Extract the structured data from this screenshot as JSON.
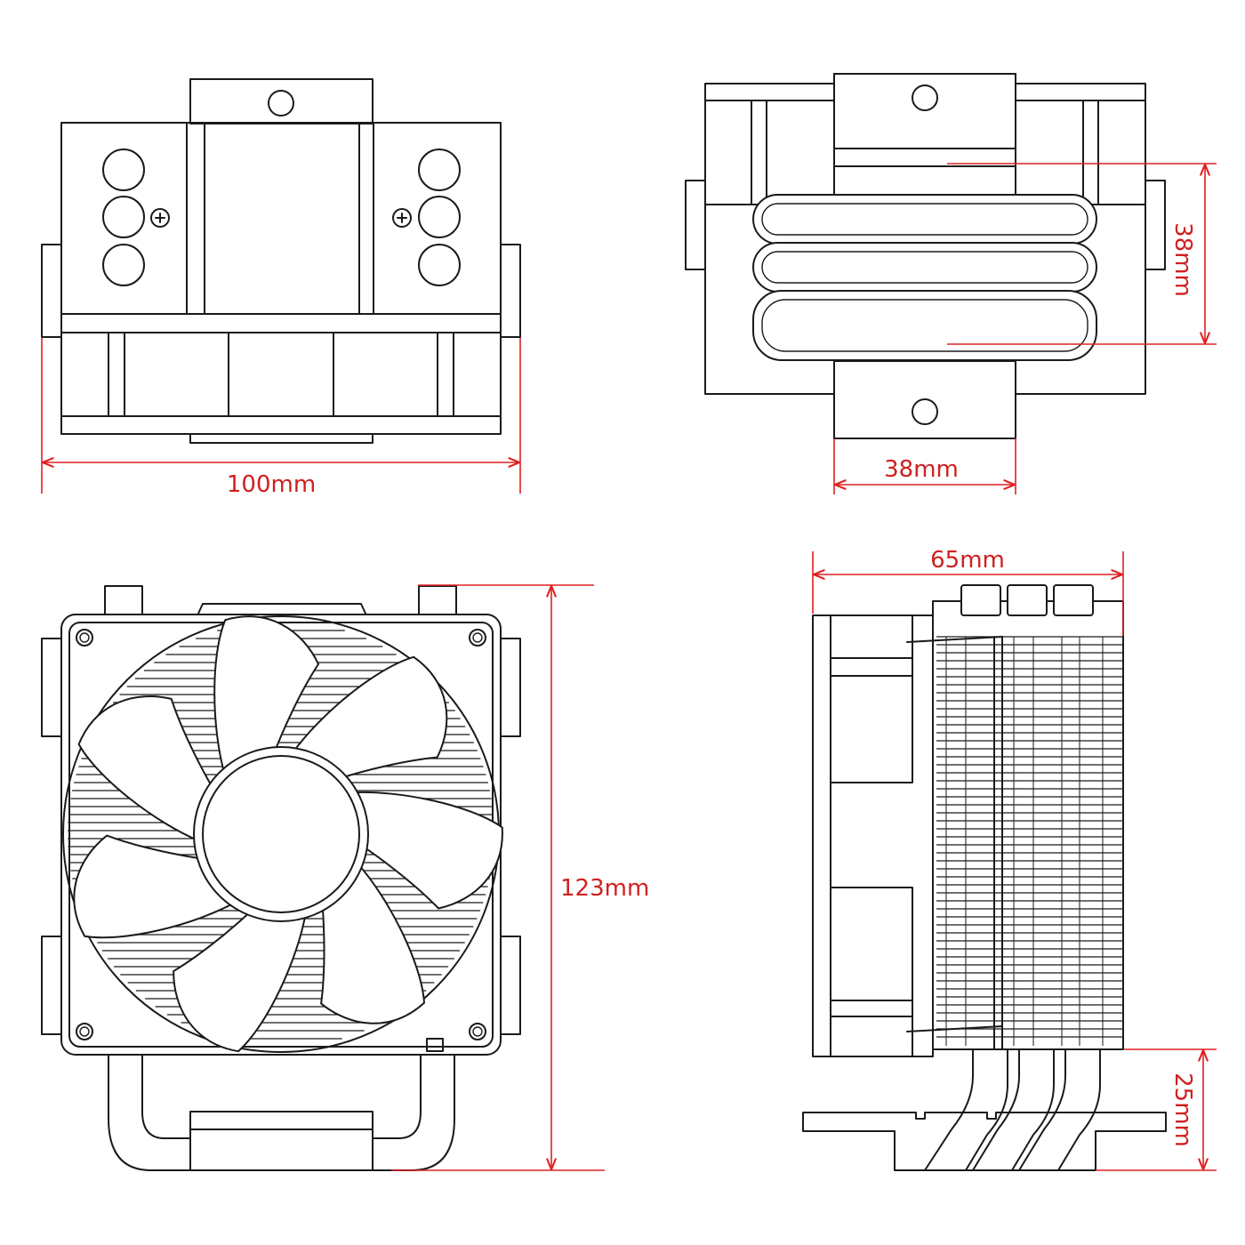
{
  "views": {
    "front": {
      "width_label": "100mm"
    },
    "top": {
      "depth_label": "38mm",
      "block_width_label": "38mm"
    },
    "fan": {
      "height_label": "123mm"
    },
    "side": {
      "depth_label": "65mm",
      "base_clearance_label": "25mm"
    }
  },
  "colors": {
    "dimension": "#e02020",
    "outline": "#1a1a1a",
    "background": "#ffffff"
  }
}
